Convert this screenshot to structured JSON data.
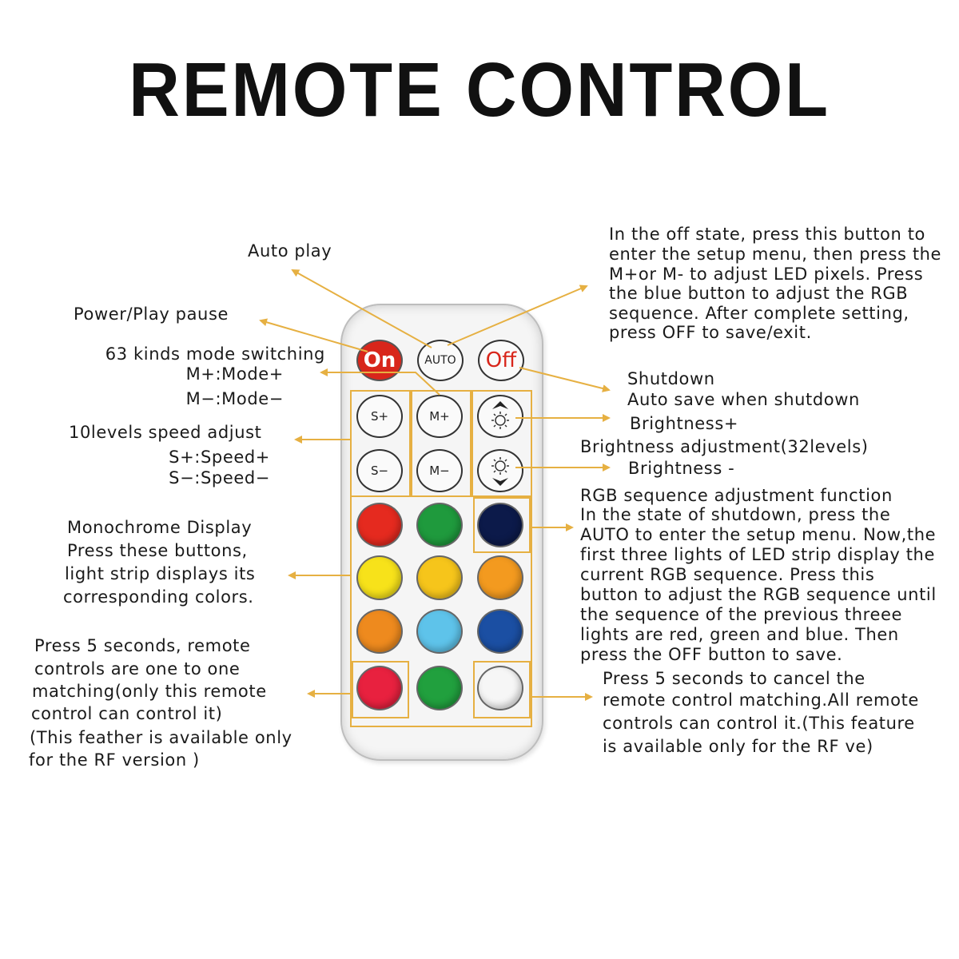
{
  "title": "REMOTE CONTROL",
  "buttons": {
    "on": "On",
    "auto": "AUTO",
    "off": "Off",
    "speed_up": "S+",
    "speed_down": "S−",
    "mode_up": "M+",
    "mode_down": "M−"
  },
  "color_buttons": [
    {
      "name": "red",
      "color": "#e52a1f"
    },
    {
      "name": "green",
      "color": "#1f9a3d"
    },
    {
      "name": "dark-blue",
      "color": "#0c1a4a"
    },
    {
      "name": "yellow",
      "color": "#f7e21a"
    },
    {
      "name": "gold",
      "color": "#f6c51b"
    },
    {
      "name": "orange",
      "color": "#f39a1f"
    },
    {
      "name": "dark-orange",
      "color": "#ee8a1e"
    },
    {
      "name": "light-blue",
      "color": "#5ec3ea"
    },
    {
      "name": "blue",
      "color": "#1b4fa3"
    },
    {
      "name": "crimson",
      "color": "#e8213f"
    },
    {
      "name": "green-2",
      "color": "#21a03e"
    },
    {
      "name": "white",
      "color": "#f6f6f6"
    }
  ],
  "accent_color": "#e6b042",
  "labels": {
    "auto_play": "Auto play",
    "power": "Power/Play pause",
    "mode_1": "63 kinds mode switching",
    "mode_2": "M+:Mode+",
    "mode_3": "M−:Mode−",
    "speed_1": "10levels speed adjust",
    "speed_2": "S+:Speed+",
    "speed_3": "S−:Speed−",
    "mono_1": "Monochrome Display",
    "mono_2": "Press these buttons,",
    "mono_3": "light strip displays its",
    "mono_4": "corresponding colors.",
    "match_1": "Press 5 seconds, remote",
    "match_2": "controls are one to one",
    "match_3": "matching(only this remote",
    "match_4": "control can control it)",
    "match_5": "(This feather is available only",
    "match_6": "for the RF version )",
    "setup_1": "In the off state, press this button to",
    "setup_2": "enter the setup menu, then press the",
    "setup_3": "M+or M- to adjust LED pixels. Press",
    "setup_4": "the blue button to adjust the RGB",
    "setup_5": "sequence. After complete setting,",
    "setup_6": "press OFF to save/exit.",
    "shutdown_1": "Shutdown",
    "shutdown_2": "Auto save  when shutdown",
    "bright_plus": "Brightness+",
    "bright_adj": "Brightness  adjustment(32levels)",
    "bright_minus": "Brightness -",
    "rgb_1": "RGB sequence adjustment function",
    "rgb_2": "In the state of shutdown, press the",
    "rgb_3": "AUTO to enter the setup menu. Now,the",
    "rgb_4": "first three lights of LED strip display the",
    "rgb_5": "current RGB sequence. Press this",
    "rgb_6": "button to adjust the RGB sequence until",
    "rgb_7": "the sequence of the previous threee",
    "rgb_8": "lights are red, green and blue. Then",
    "rgb_9": "press the OFF button to save.",
    "cancel_1": "Press 5 seconds to cancel the",
    "cancel_2": "remote control  matching.All remote",
    "cancel_3": "controls can  control it.(This feature",
    "cancel_4": "is available  only for the RF ve)"
  }
}
